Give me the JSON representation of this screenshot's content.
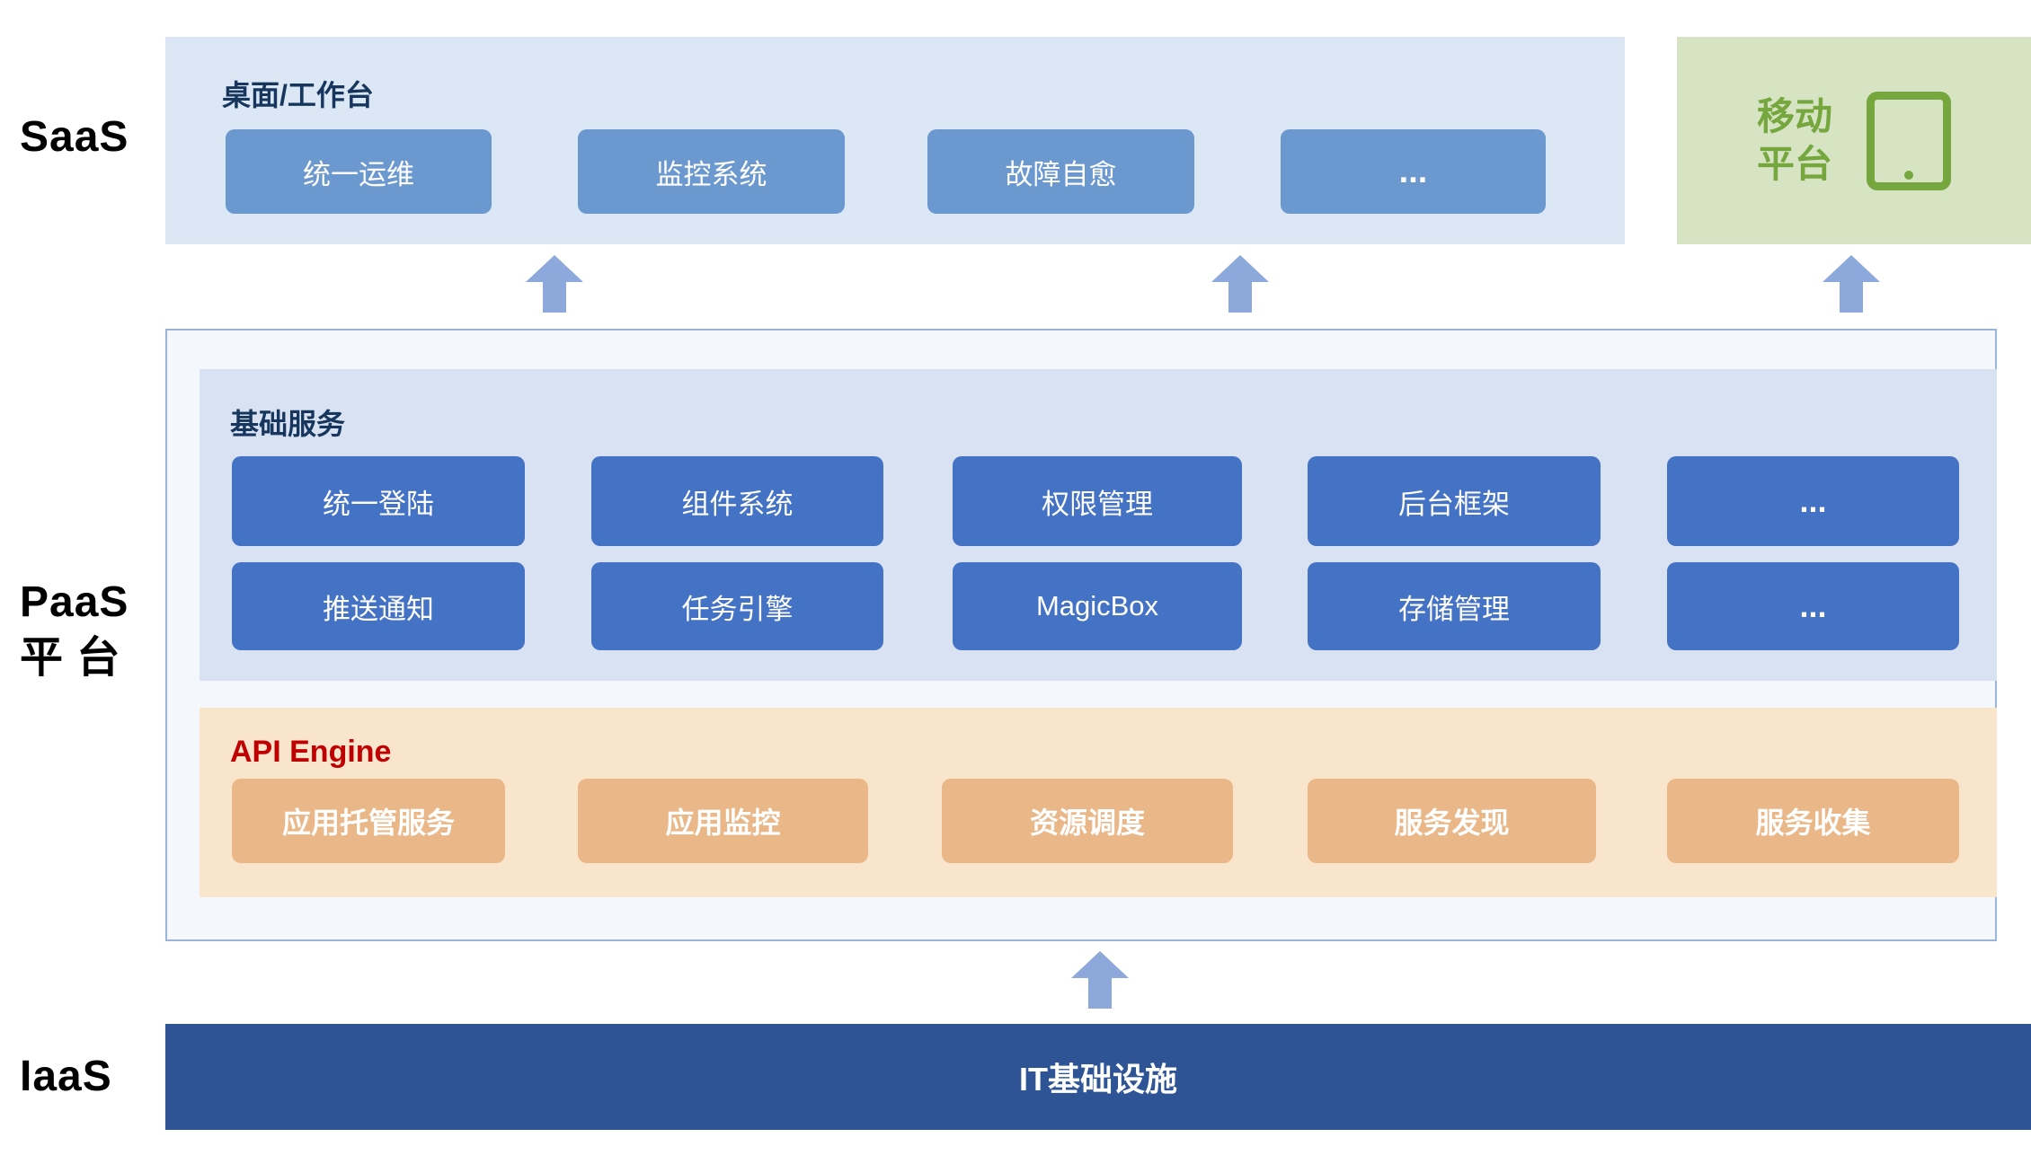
{
  "side_labels": {
    "saas": "SaaS",
    "paas_line1": "PaaS",
    "paas_line2": "平 台",
    "iaas": "IaaS"
  },
  "saas_layer": {
    "title": "桌面/工作台",
    "items": [
      "统一运维",
      "监控系统",
      "故障自愈",
      "..."
    ]
  },
  "mobile": {
    "line1": "移动",
    "line2": "平台"
  },
  "basic_services": {
    "title": "基础服务",
    "row1": [
      "统一登陆",
      "组件系统",
      "权限管理",
      "后台框架",
      "..."
    ],
    "row2": [
      "推送通知",
      "任务引擎",
      "MagicBox",
      "存储管理",
      "..."
    ]
  },
  "api_engine": {
    "title": "API Engine",
    "items": [
      "应用托管服务",
      "应用监控",
      "资源调度",
      "服务发现",
      "服务收集"
    ]
  },
  "iaas_layer": {
    "title": "IT基础设施"
  },
  "colors": {
    "saas-bg": "#dbe7f5",
    "saas-btn": "#6b98cf",
    "mobile-bg": "#d7e4c4",
    "green": "#76a73f",
    "paas-bg": "#f4f8fd",
    "paas-border": "#9ab5d9",
    "basic-bg": "#d9e2f3",
    "blue-btn": "#4472c4",
    "api-bg": "#f9e4cc",
    "api-title": "#c00000",
    "orange-btn": "#eab888",
    "iaas-bg": "#2e5496",
    "arrow": "#8da9dc",
    "navy": "#17365d"
  }
}
